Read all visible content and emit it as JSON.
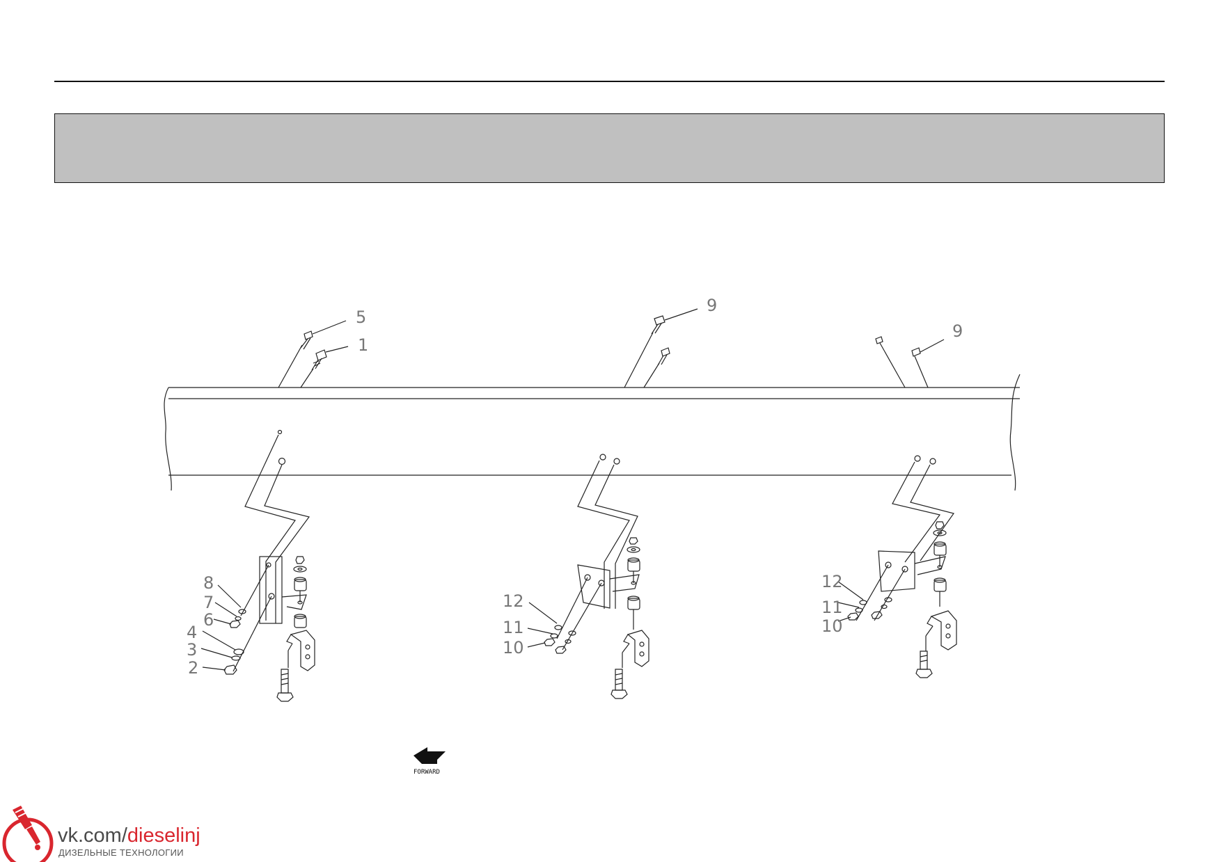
{
  "callouts": {
    "g1": [
      "5",
      "1",
      "8",
      "7",
      "6",
      "4",
      "3",
      "2"
    ],
    "g2": [
      "9",
      "12",
      "11",
      "10"
    ],
    "g3": [
      "9",
      "12",
      "11",
      "10"
    ]
  },
  "forward_label": "FORWARD",
  "watermark": {
    "url_prefix": "vk.com/",
    "url_accent": "dieselinj",
    "subtitle": "ДИЗЕЛЬНЫЕ ТЕХНОЛОГИИ"
  },
  "colors": {
    "band": "#c0c0c0",
    "callout_text": "#777777",
    "watermark_red": "#d9262e"
  },
  "icons": [
    "forward-arrow-icon",
    "injector-logo-icon"
  ]
}
